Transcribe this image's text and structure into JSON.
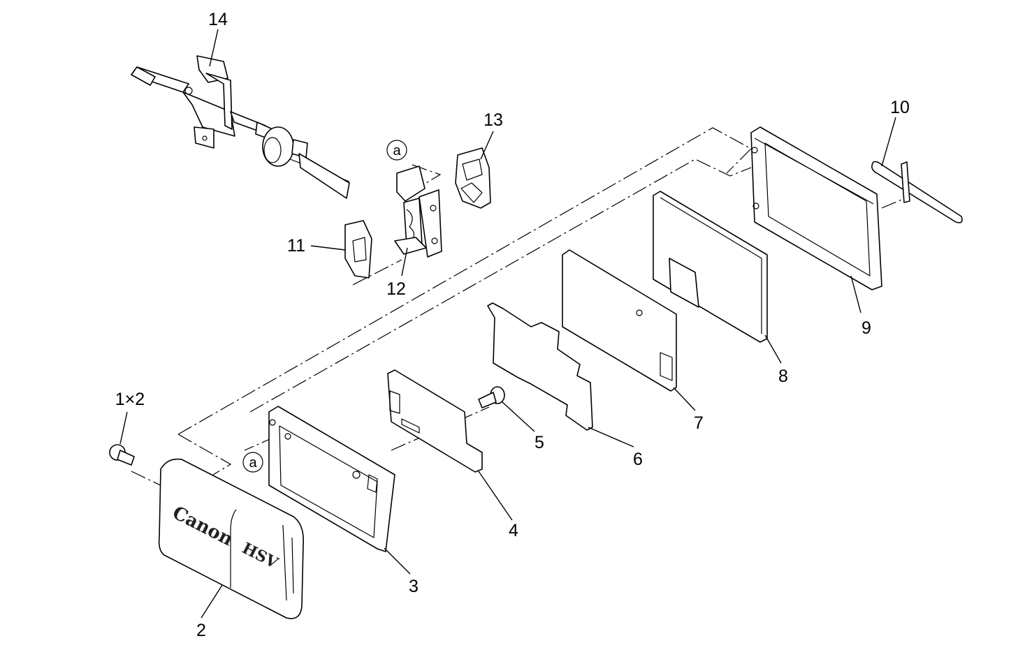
{
  "callouts": {
    "c1": "1×2",
    "c2": "2",
    "c3": "3",
    "c4": "4",
    "c5": "5",
    "c6": "6",
    "c7": "7",
    "c8": "8",
    "c9": "9",
    "c10": "10",
    "c11": "11",
    "c12": "12",
    "c13": "13",
    "c14": "14"
  },
  "reference_marks": {
    "upper": "a",
    "lower": "a"
  },
  "cover_lettering": {
    "brand": "Canon",
    "model": "HSV"
  }
}
